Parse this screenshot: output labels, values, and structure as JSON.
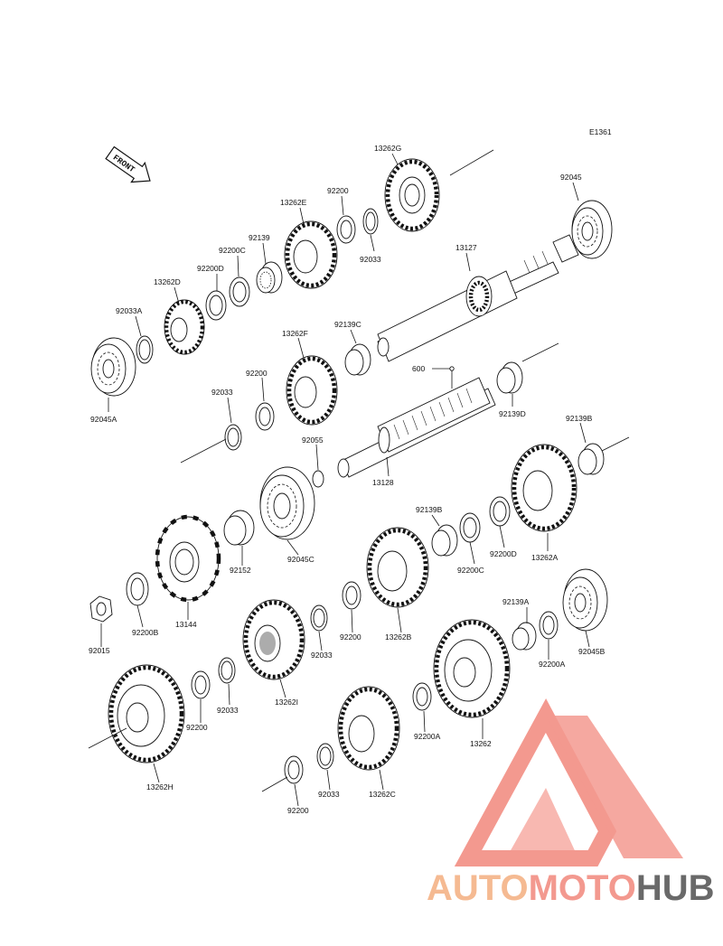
{
  "diagram_id": "E1361",
  "front_label": "FRONT",
  "watermark": {
    "part1": "AUTO",
    "part2": "MOTO",
    "part3": "HUB",
    "color_primary": "#f28b80",
    "color_secondary": "#f4b183",
    "color_dark": "#555555"
  },
  "labels": {
    "p13262G": "13262G",
    "p92045_top": "92045",
    "p13262E": "13262E",
    "p92200_top": "92200",
    "p92139_top": "92139",
    "p92200C_top": "92200C",
    "p92200D_top": "92200D",
    "p13262D": "13262D",
    "p92033A": "92033A",
    "p92045A": "92045A",
    "p92033_top": "92033",
    "p13127": "13127",
    "p92139C": "92139C",
    "p13262F": "13262F",
    "p92200_mid": "92200",
    "p92033_mid": "92033",
    "p600": "600",
    "p92139D": "92139D",
    "p92055": "92055",
    "p13128": "13128",
    "p92139B_r": "92139B",
    "p92139B_m": "92139B",
    "p92200D_r": "92200D",
    "p13262A": "13262A",
    "p92200C_r": "92200C",
    "p92045C": "92045C",
    "p92152": "92152",
    "p13144": "13144",
    "p92200B": "92200B",
    "p92015": "92015",
    "p13262B": "13262B",
    "p92200_c": "92200",
    "p92033_c": "92033",
    "p13262I": "13262I",
    "p92139A": "92139A",
    "p92200A_r": "92200A",
    "p92045B": "92045B",
    "p92200_low": "92200",
    "p92033_low": "92033",
    "p13262H": "13262H",
    "p92200A_low": "92200A",
    "p13262": "13262",
    "p92200_bot": "92200",
    "p92033_bot": "92033",
    "p13262C": "13262C"
  }
}
